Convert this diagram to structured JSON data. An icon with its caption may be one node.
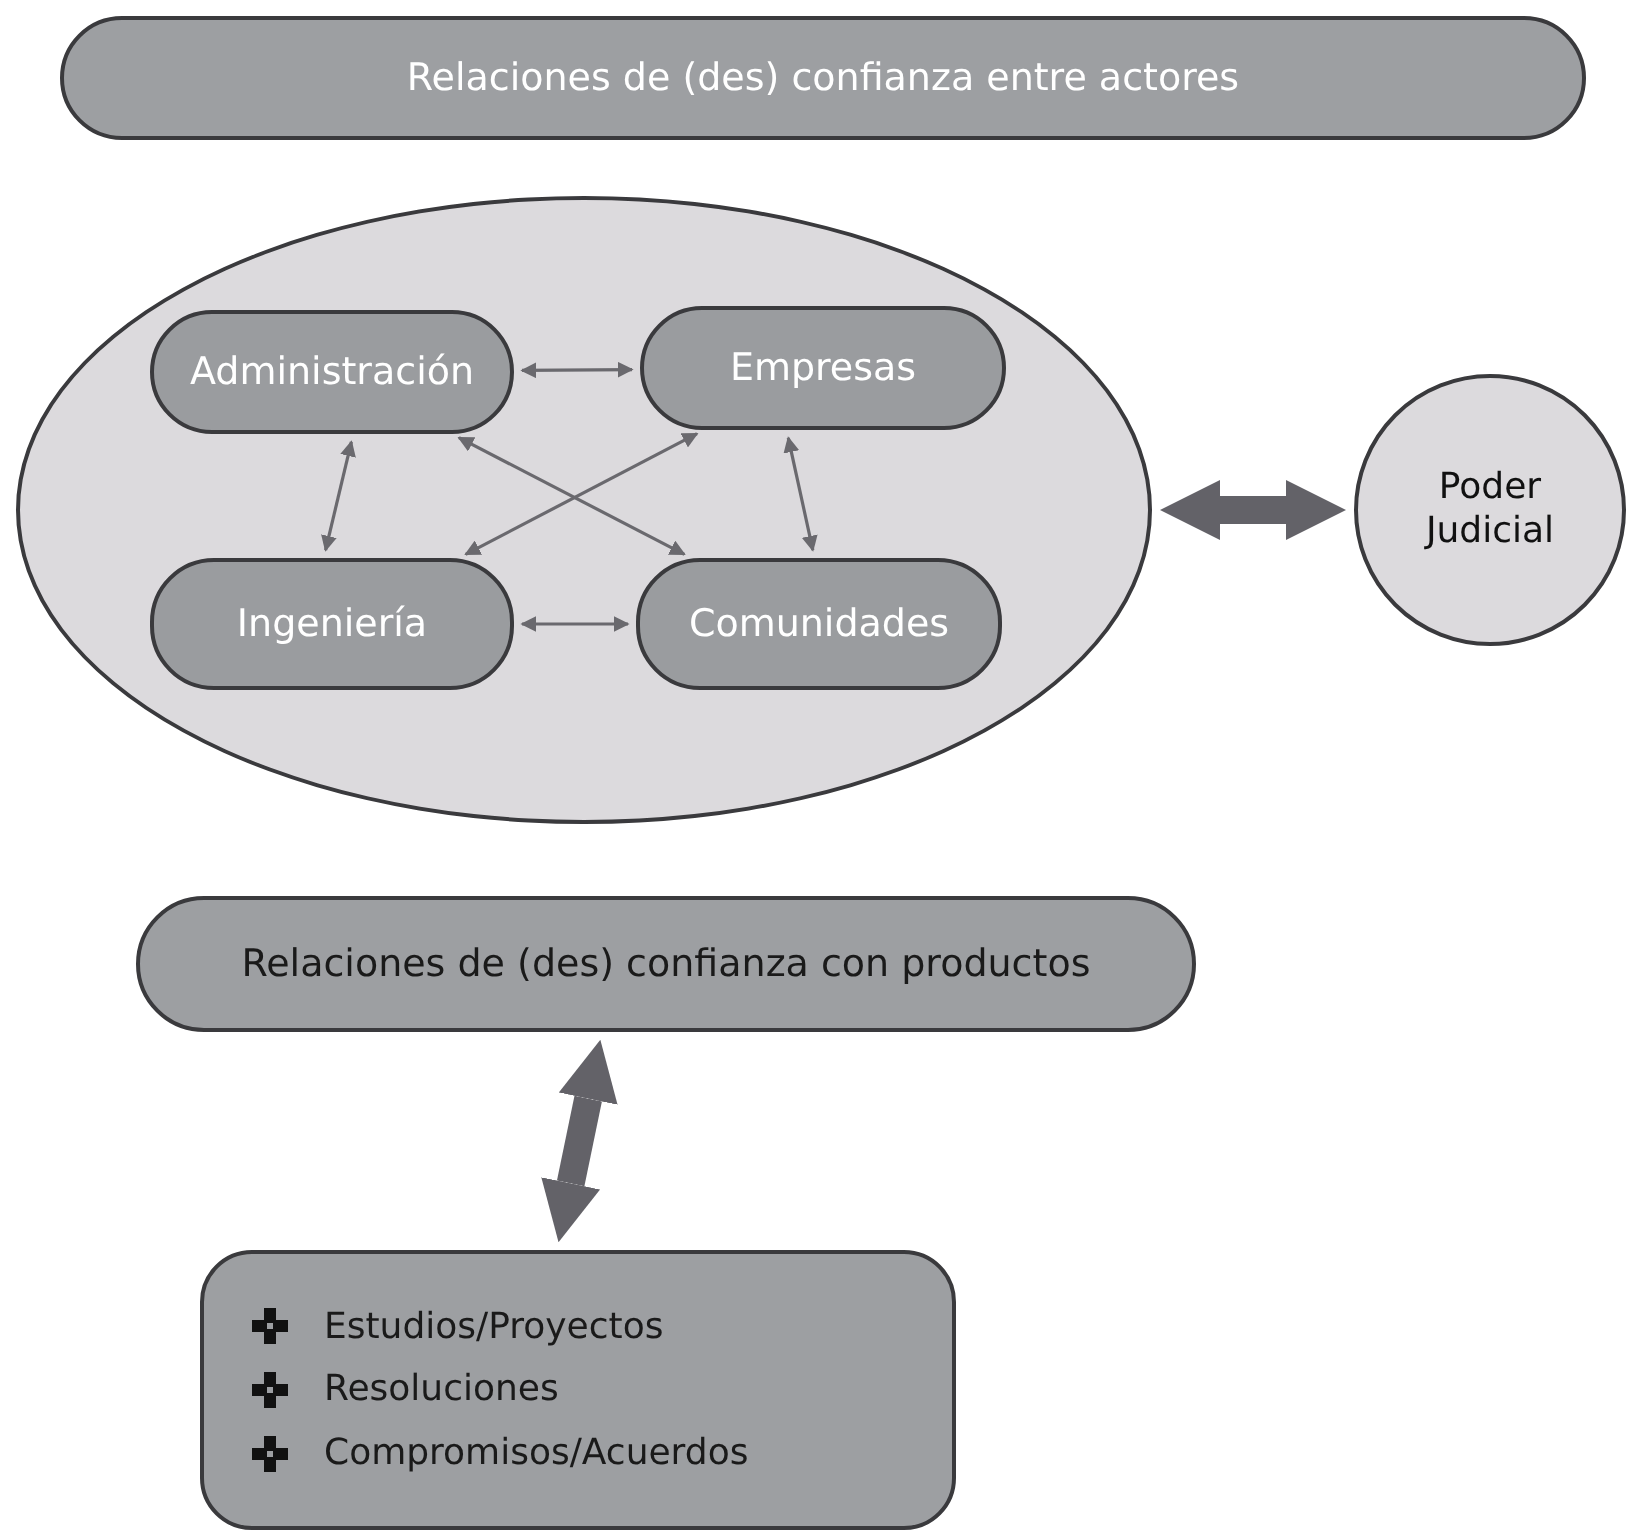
{
  "diagram": {
    "nodes": [
      {
        "text": [
          "Relaciones de (des) confianza entre actores"
        ]
      },
      {
        "text": [],
        "shape": "ellipse"
      },
      {
        "text": [
          "Administración"
        ],
        "in": 1
      },
      {
        "text": [
          "Empresas"
        ],
        "in": 1
      },
      {
        "text": [
          "Ingeniería"
        ],
        "in": 1
      },
      {
        "text": [
          "Comunidades"
        ],
        "in": 1
      },
      {
        "text": [
          "Poder Judicial"
        ]
      },
      {
        "text": [
          "Relaciones de (des) confianza con productos"
        ]
      },
      {
        "text": [
          "Estudios/Proyectos",
          "Resoluciones",
          "Compromisos/Acuerdos"
        ]
      }
    ],
    "edges": [
      {
        "from": 2,
        "to": 3,
        "arrow": "both"
      },
      {
        "from": 2,
        "to": 4,
        "arrow": "both"
      },
      {
        "from": 2,
        "to": 5,
        "arrow": "both"
      },
      {
        "from": 3,
        "to": 4,
        "arrow": "both"
      },
      {
        "from": 3,
        "to": 5,
        "arrow": "both"
      },
      {
        "from": 4,
        "to": 5,
        "arrow": "both"
      },
      {
        "from": 1,
        "to": 6,
        "arrow": "both",
        "style": "thick"
      },
      {
        "from": 7,
        "to": 8,
        "arrow": "both",
        "style": "thick"
      }
    ]
  }
}
